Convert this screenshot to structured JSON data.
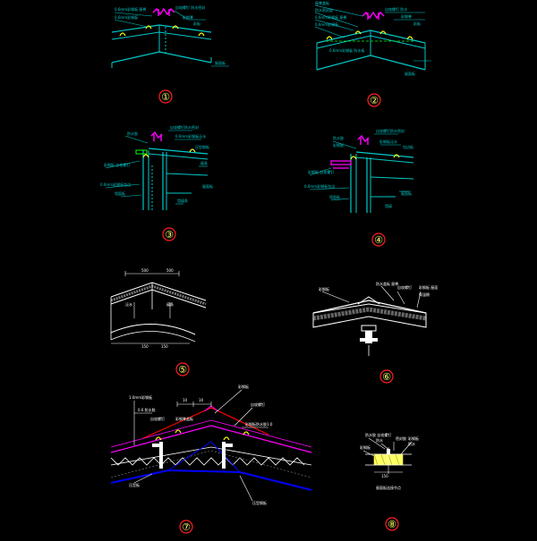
{
  "colors": {
    "background": "#000000",
    "cyan": "#00c8c8",
    "magenta": "#ff00ff",
    "yellow": "#ffff00",
    "white": "#ffffff",
    "green": "#00ff00",
    "red": "#ff0000",
    "blue": "#0000ff",
    "orange": "#ff8800",
    "label_blue": "#3355ff",
    "circle_red": "#ff2020",
    "fill_yellow": "#ffff66"
  },
  "details": [
    {
      "id": "detail-1",
      "label": "①"
    },
    {
      "id": "detail-2",
      "label": "②"
    },
    {
      "id": "detail-3",
      "label": "③"
    },
    {
      "id": "detail-4",
      "label": "④"
    },
    {
      "id": "detail-5",
      "label": "⑤"
    },
    {
      "id": "detail-6",
      "label": "⑥"
    },
    {
      "id": "detail-7",
      "label": "⑦"
    },
    {
      "id": "detail-8",
      "label": "⑧"
    }
  ]
}
